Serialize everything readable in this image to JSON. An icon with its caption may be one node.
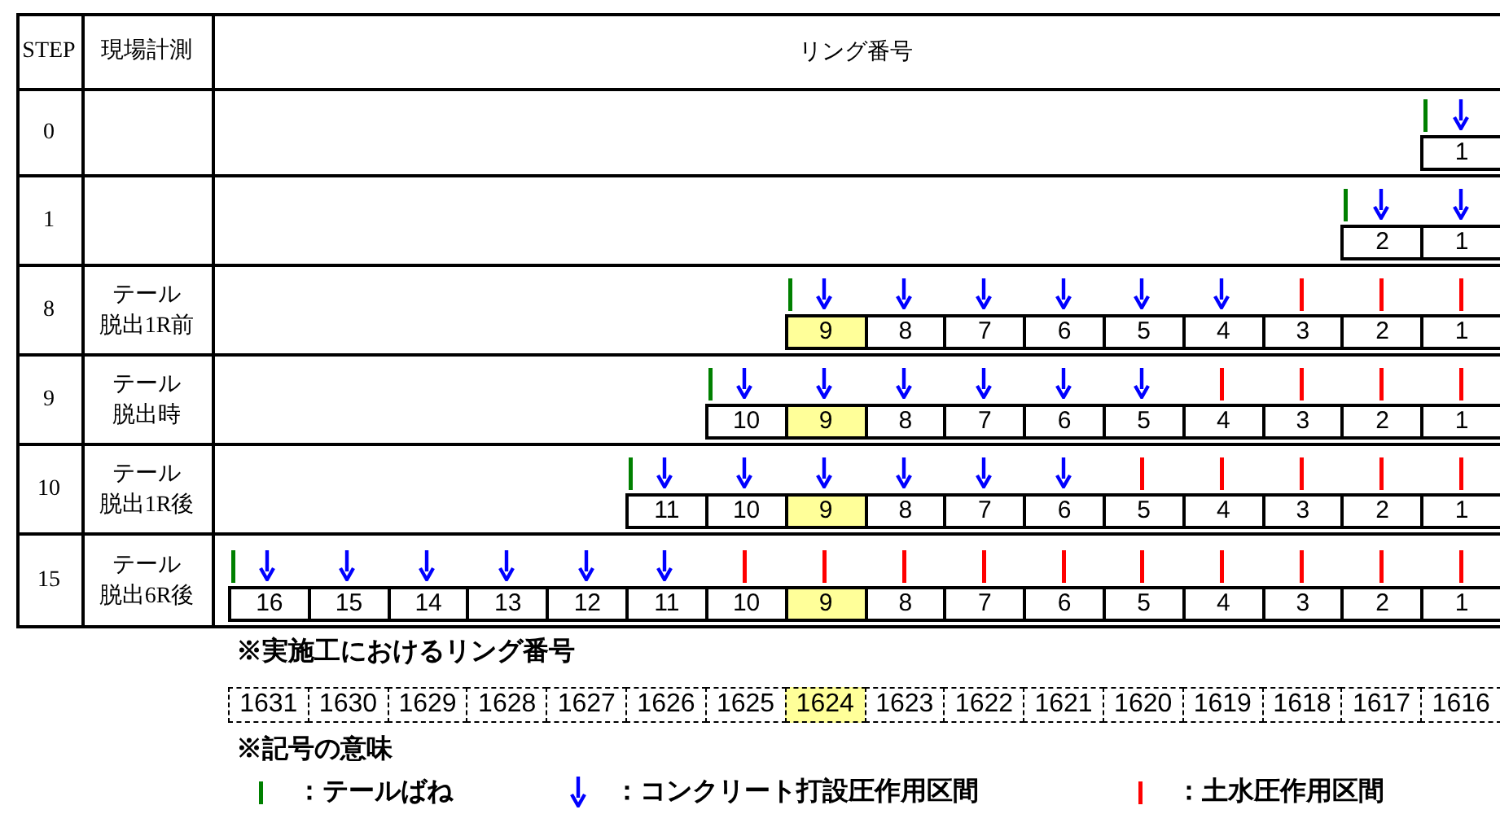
{
  "diagram": {
    "labels": [
      "STEP",
      "現場計測",
      "リング番号",
      "0",
      "1",
      "1",
      "2",
      "1",
      "8",
      "テール脱出1R前",
      "9",
      "8",
      "7",
      "6",
      "5",
      "4",
      "3",
      "2",
      "1",
      "9",
      "テール脱出時",
      "10",
      "9",
      "8",
      "7",
      "6",
      "5",
      "4",
      "3",
      "2",
      "1",
      "10",
      "テール脱出1R後",
      "11",
      "10",
      "9",
      "8",
      "7",
      "6",
      "5",
      "4",
      "3",
      "2",
      "1",
      "15",
      "テール脱出6R後",
      "16",
      "15",
      "14",
      "13",
      "12",
      "11",
      "10",
      "9",
      "8",
      "7",
      "6",
      "5",
      "4",
      "3",
      "2",
      "1",
      "※実施工におけるリング番号",
      "1631",
      "1630",
      "1629",
      "1628",
      "1627",
      "1626",
      "1625",
      "1624",
      "1623",
      "1622",
      "1621",
      "1620",
      "1619",
      "1618",
      "1617",
      "1616",
      "※記号の意味"
    ],
    "legend": [
      {
        "text": "：テールばね"
      },
      {
        "text": "：コンクリート打設圧作用区間"
      },
      {
        "text": "：土水圧作用区間"
      }
    ]
  }
}
